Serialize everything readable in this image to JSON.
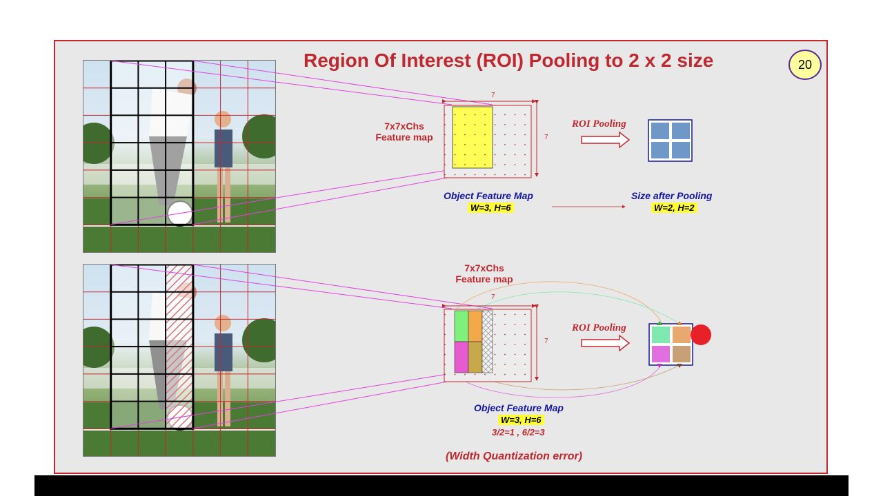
{
  "slide": {
    "title": "Region Of Interest (ROI) Pooling to 2 x 2 size",
    "page_number": "20"
  },
  "top": {
    "feature_map_label_line1": "7x7xChs",
    "feature_map_label_line2": "Feature map",
    "dim_width": "7",
    "dim_height": "7",
    "roi_pooling_label": "ROI Pooling",
    "object_map_title": "Object Feature Map",
    "object_map_dims": "W=3, H=6",
    "size_after_title": "Size after Pooling",
    "size_after_dims": "W=2, H=2"
  },
  "bottom": {
    "feature_map_label_line1": "7x7xChs",
    "feature_map_label_line2": "Feature map",
    "dim_width": "7",
    "dim_height": "7",
    "roi_pooling_label": "ROI Pooling",
    "object_map_title": "Object Feature Map",
    "object_map_dims": "W=3, H=6",
    "division_note": "3/2=1 , 6/2=3",
    "error_note": "(Width Quantization error)"
  },
  "colors": {
    "accent_red": "#c0282f",
    "label_blue": "#1414a0",
    "highlight_yellow": "#ffff33",
    "roi_yellow": "#ffff55",
    "pooled_blue": "#6f97c8",
    "cell_green": "#7ff07a",
    "cell_orange": "#f2a94a",
    "cell_magenta": "#e85ad0",
    "cell_olive": "#c8a94a",
    "out_green": "#7fe8b0",
    "out_orange": "#e8a870",
    "out_magenta": "#e070e0",
    "out_tan": "#c8a078",
    "pointer_dot": "#e8202a",
    "connector_magenta": "#e040e0"
  }
}
